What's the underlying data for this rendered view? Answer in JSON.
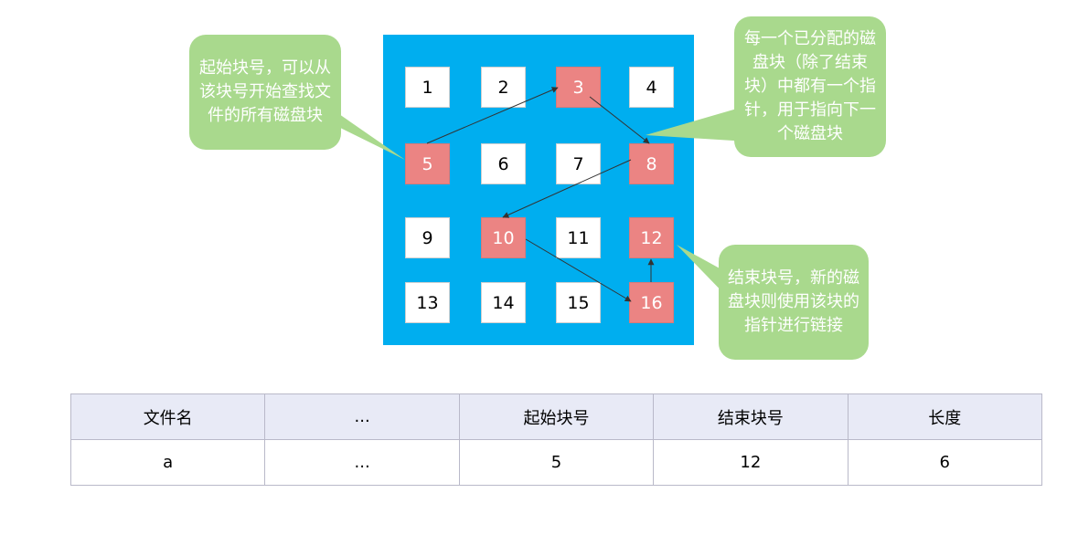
{
  "colors": {
    "panel": "#00AEEF",
    "block_free": "#FFFFFF",
    "block_used": "#EB8483",
    "callout": "#A9D98D",
    "arrow": "#333333",
    "table_header_bg": "#E8EAF6"
  },
  "blocks": [
    {
      "label": "1",
      "used": false
    },
    {
      "label": "2",
      "used": false
    },
    {
      "label": "3",
      "used": true
    },
    {
      "label": "4",
      "used": false
    },
    {
      "label": "5",
      "used": true
    },
    {
      "label": "6",
      "used": false
    },
    {
      "label": "7",
      "used": false
    },
    {
      "label": "8",
      "used": true
    },
    {
      "label": "9",
      "used": false
    },
    {
      "label": "10",
      "used": true
    },
    {
      "label": "11",
      "used": false
    },
    {
      "label": "12",
      "used": true
    },
    {
      "label": "13",
      "used": false
    },
    {
      "label": "14",
      "used": false
    },
    {
      "label": "15",
      "used": false
    },
    {
      "label": "16",
      "used": true
    }
  ],
  "chain": [
    "5",
    "3",
    "8",
    "10",
    "16",
    "12"
  ],
  "callouts": {
    "start": "起始块号，可以从该块号开始查找文件的所有磁盘块",
    "pointer": "每一个已分配的磁盘块（除了结束块）中都有一个指针，用于指向下一个磁盘块",
    "end": "结束块号，新的磁盘块则使用该块的指针进行链接"
  },
  "table": {
    "headers": [
      "文件名",
      "...",
      "起始块号",
      "结束块号",
      "长度"
    ],
    "rows": [
      [
        "a",
        "...",
        "5",
        "12",
        "6"
      ]
    ]
  }
}
